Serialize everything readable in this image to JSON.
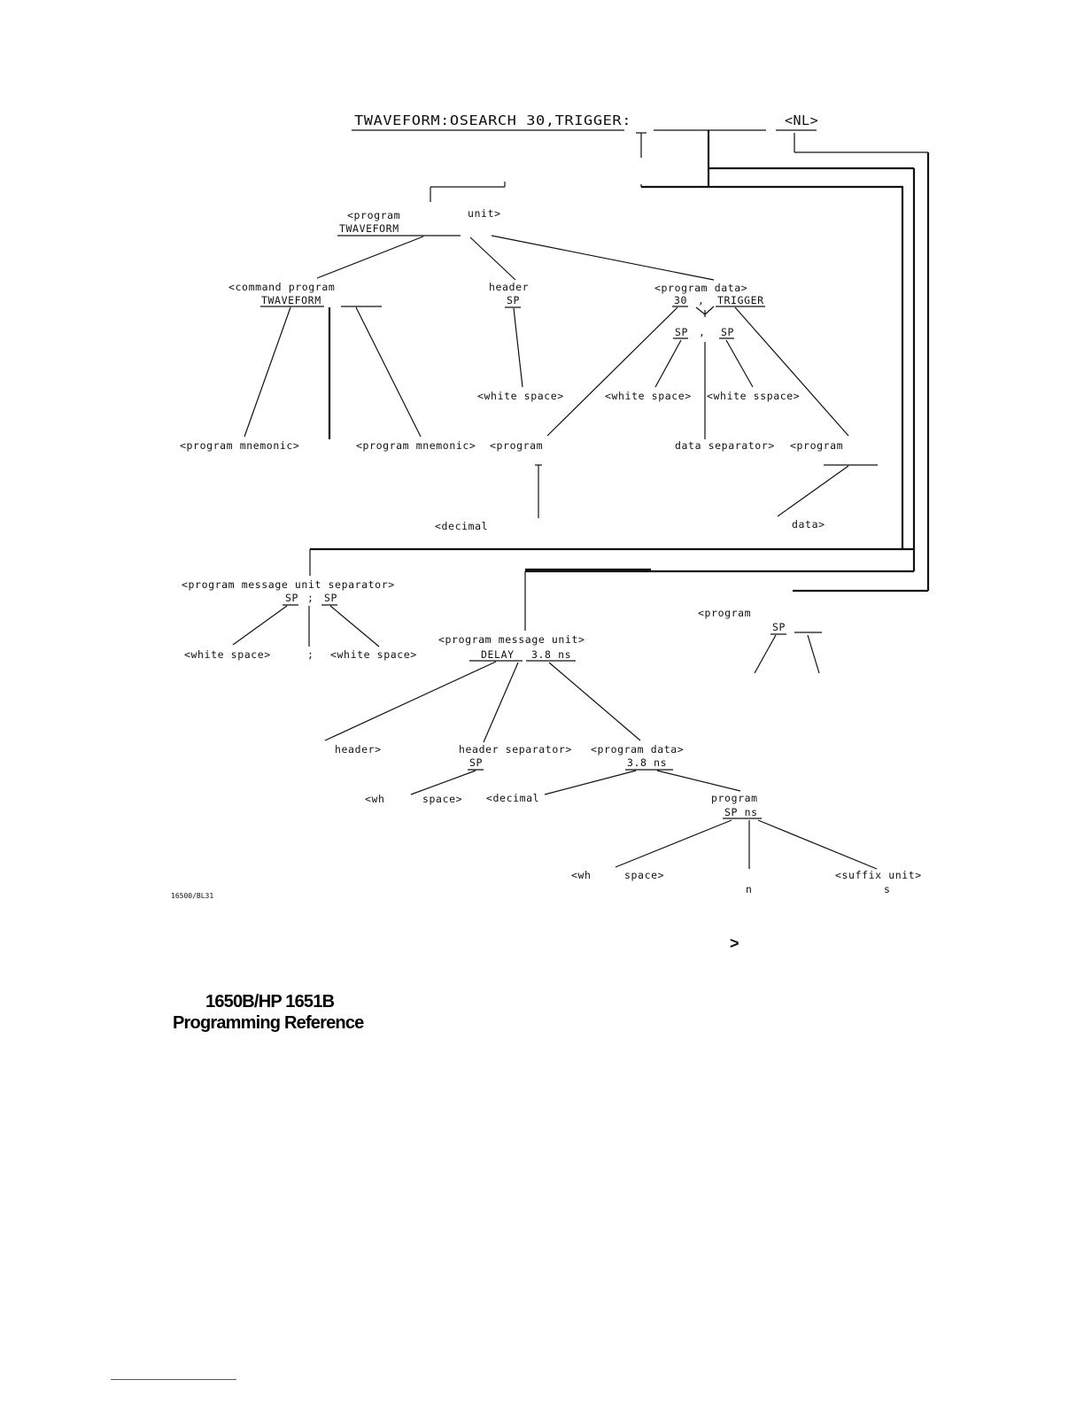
{
  "diagram": {
    "command_line": "TWAVEFORM:OSEARCH 30,TRIGGER:",
    "nl_terminator": "<NL>",
    "upper": {
      "program_label_left": "<program",
      "unit_label": "unit>",
      "unit_value": "TWAVEFORM",
      "command_program_label": "<command program",
      "command_program_value": "TWAVEFORM",
      "header_label": "header",
      "header_sp": "SP",
      "program_data_label": "<program data>",
      "program_data_value_1": "30",
      "program_data_comma": ",",
      "program_data_value_2": "TRIGGER",
      "data_sp_left": "SP",
      "data_sp_sep": ",",
      "data_sp_right": "SP",
      "mnemonic_left": "<program mnemonic>",
      "mnemonic_right": "<program mnemonic>",
      "program_left": "<program",
      "white_space_header": "<white space>",
      "white_space_data_left": "<white space>",
      "white_space_data_right": "<white sspace>",
      "data_separator": "data separator>",
      "program_right": "<program",
      "decimal": "<decimal",
      "data": "data>"
    },
    "middle": {
      "pmu_separator_label": "<program message unit separator>",
      "pmu_sp_left": "SP",
      "pmu_semicolon": ";",
      "pmu_sp_right": "SP",
      "white_space_left": "<white space>",
      "semicolon_leaf": ";",
      "white_space_right": "<white space>",
      "pmu_label": "<program message unit>",
      "pmu_value_delay": "DELAY",
      "pmu_value_38ns": "3.8 ns",
      "program_side": "<program",
      "side_sp": "SP"
    },
    "lower": {
      "header": "header>",
      "header_separator": "header separator>",
      "header_sp": "SP",
      "program_data_label": "<program data>",
      "program_data_value": "3.8 ns",
      "wh_left": "<wh",
      "space_left": "space>",
      "decimal": "<decimal",
      "program": "program",
      "sp_ns": "SP ns",
      "wh_bottom": "<wh",
      "space_bottom": "space>",
      "suffix_unit": "<suffix unit>",
      "n_leaf": "n",
      "s_leaf": "s",
      "figure_code": "16500/BL31",
      "arrow_mark": ">"
    }
  },
  "footer": {
    "title": "1650B/HP 1651B",
    "subtitle": "Programming Reference"
  }
}
